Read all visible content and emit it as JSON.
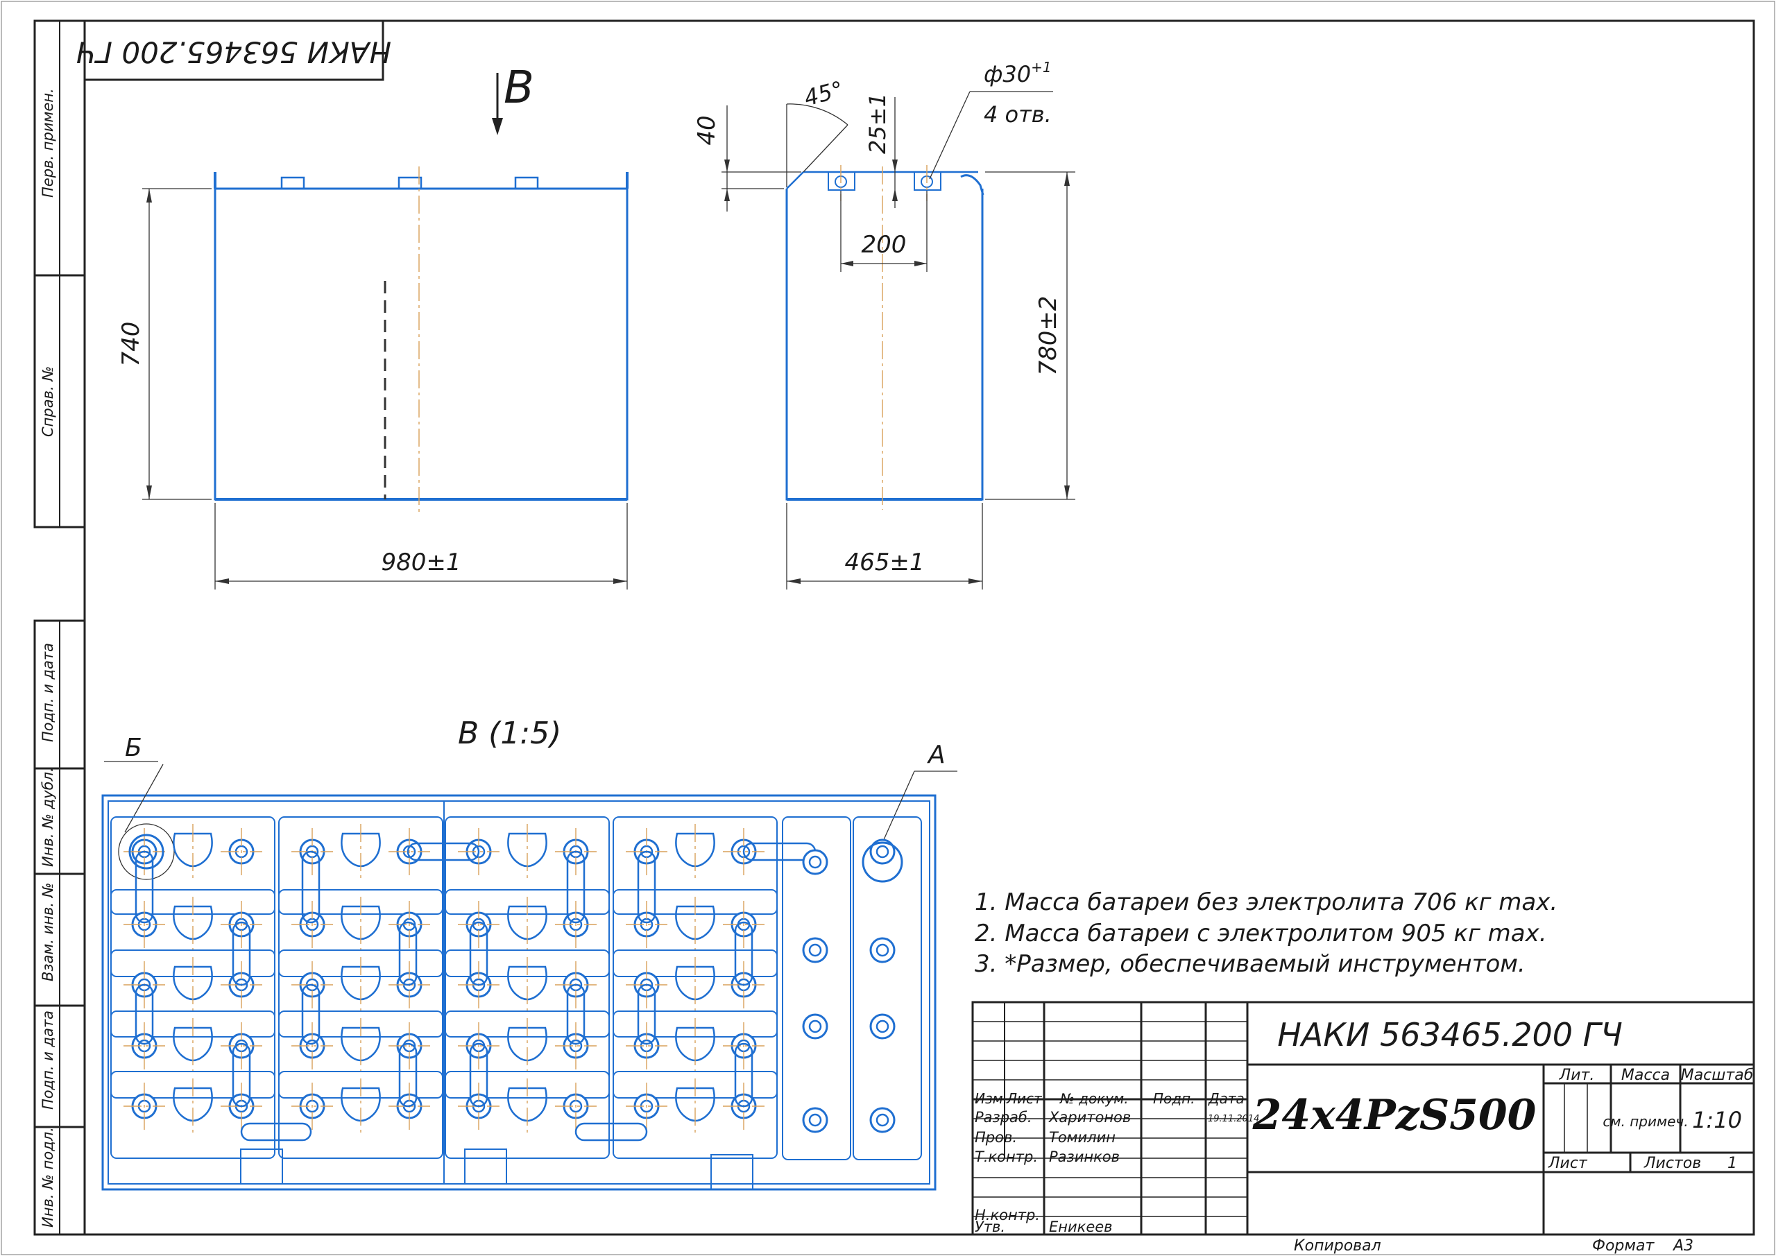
{
  "sheet": {
    "designation": "НАКИ 563465.200 ГЧ",
    "designation_rotated": "НАКИ 563465.200 ГЧ",
    "left_strip": {
      "perv_primen": "Перв. примен.",
      "sprav_no": "Справ. №",
      "podp_data_1": "Подп. и дата",
      "inv_dubl": "Инв. № дубл.",
      "vzam_inv": "Взам. инв. №",
      "podp_data_2": "Подп. и дата",
      "inv_podl": "Инв. № подл."
    }
  },
  "views": {
    "arrow_label": "В",
    "front": {
      "width_dim": "980±1",
      "height_dim": "740"
    },
    "side": {
      "width_dim": "465±1",
      "height_dim": "780±2",
      "chamfer_angle": "45°",
      "offset_40": "40",
      "terminal_height": "25±1",
      "hole_dia": "ф30",
      "hole_tol": "+1",
      "hole_count": "4 отв.",
      "spacing": "200"
    },
    "detail": {
      "title": "В (1:5)",
      "label_b": "Б",
      "label_a": "А"
    }
  },
  "notes": [
    "1. Масса батареи без электролита 706 кг max.",
    "2. Масса батареи с электролитом 905 кг max.",
    "3. *Размер, обеспечиваемый инструментом."
  ],
  "title_block": {
    "headers": {
      "izm": "Изм.",
      "list": "Лист",
      "doc_no": "№ докум.",
      "podp": "Подп.",
      "data": "Дата"
    },
    "roles": {
      "razrab": "Разраб.",
      "prov": "Пров.",
      "tkontr": "Т.контр.",
      "nkontr": "Н.контр.",
      "utv": "Утв."
    },
    "names": {
      "razrab": "Харитонов",
      "prov": "Томилин",
      "tkontr": "Разинков",
      "utv": "Еникеев"
    },
    "date": "19.11.2014",
    "designation": "НАКИ 563465.200 ГЧ",
    "product": "24x4PzS500",
    "lit": "Лит.",
    "massa": "Масса",
    "masshtab": "Масштаб",
    "massa_value": "см. примеч.",
    "scale_value": "1:10",
    "list_label": "Лист",
    "listov_label": "Листов",
    "listov_value": "1"
  },
  "footer": {
    "kopiroval": "Копировал",
    "format_label": "Формат",
    "format_value": "А3"
  },
  "colors": {
    "outline": "#1f6fd1",
    "axis": "#d9a15a",
    "frame": "#222222"
  }
}
